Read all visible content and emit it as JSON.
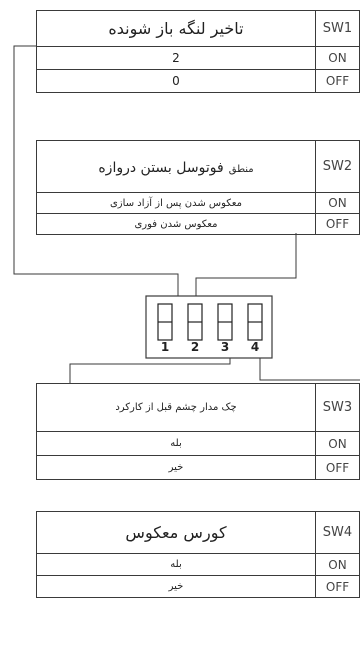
{
  "switches": [
    {
      "id": "SW1",
      "title": "تاخیر لنگه باز شونده",
      "on_text": "2",
      "off_text": "0"
    },
    {
      "id": "SW2",
      "title_prefix": "منطق",
      "title_main": "فوتوسل بستن دروازه",
      "on_text": "معکوس شدن پس از آزاد سازی",
      "off_text": "معکوس شدن فوری"
    },
    {
      "id": "SW3",
      "title": "چک مدار چشم قبل از کارکرد",
      "on_text": "بله",
      "off_text": "خیر"
    },
    {
      "id": "SW4",
      "title": "کورس معکوس",
      "on_text": "بله",
      "off_text": "خیر"
    }
  ],
  "state_labels": {
    "on": "ON",
    "off": "OFF"
  },
  "dip": {
    "numbers": [
      "1",
      "2",
      "3",
      "4"
    ]
  }
}
